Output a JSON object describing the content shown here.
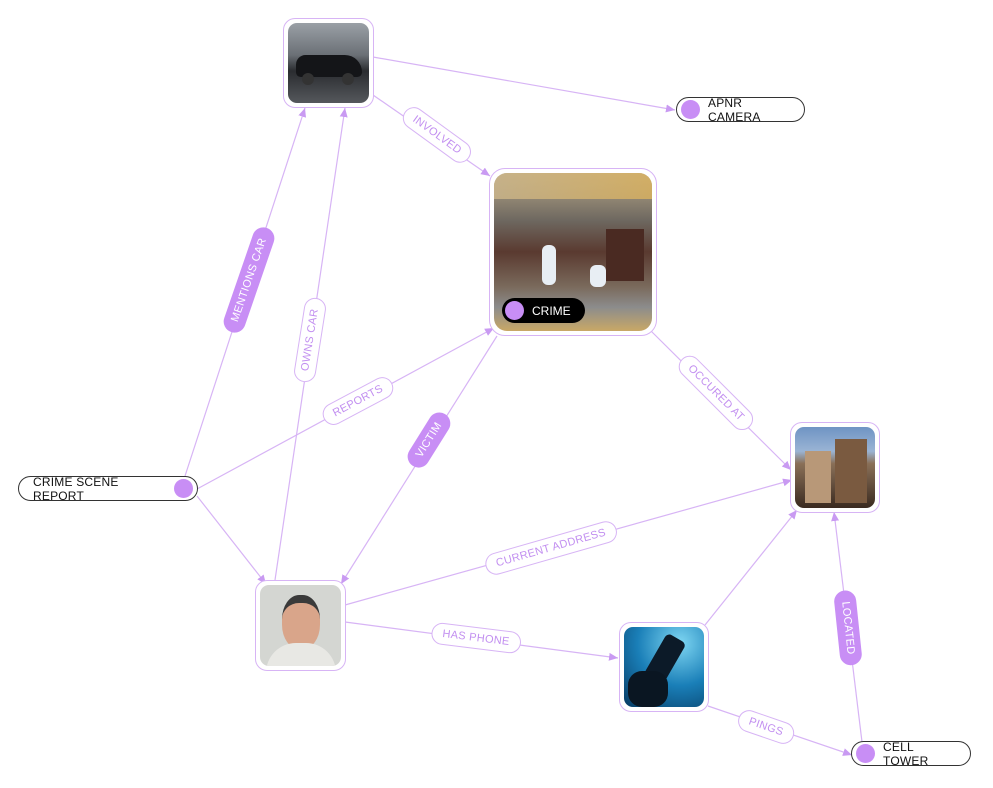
{
  "nodes": {
    "car": {
      "kind": "image",
      "subject": "car"
    },
    "apnr_camera": {
      "label": "APNR CAMERA"
    },
    "crime": {
      "label": "CRIME"
    },
    "house": {
      "kind": "image",
      "subject": "house"
    },
    "crime_scene_report": {
      "label": "CRIME SCENE REPORT"
    },
    "person": {
      "kind": "image",
      "subject": "person"
    },
    "phone": {
      "kind": "image",
      "subject": "phone"
    },
    "cell_tower": {
      "label": "CELL TOWER"
    }
  },
  "edges": {
    "involved": "INVOLVED",
    "mentions_car": "MENTIONS CAR",
    "owns_car": "OWNS CAR",
    "reports": "REPORTS",
    "victim": "VICTIM",
    "occured_at": "OCCURED AT",
    "current_address": "CURRENT ADDRESS",
    "has_phone": "HAS PHONE",
    "located": "LOCATED",
    "pings": "PINGS"
  },
  "colors": {
    "accent": "#c88ef5",
    "edge": "#d7b4f5",
    "text": "#111111"
  }
}
